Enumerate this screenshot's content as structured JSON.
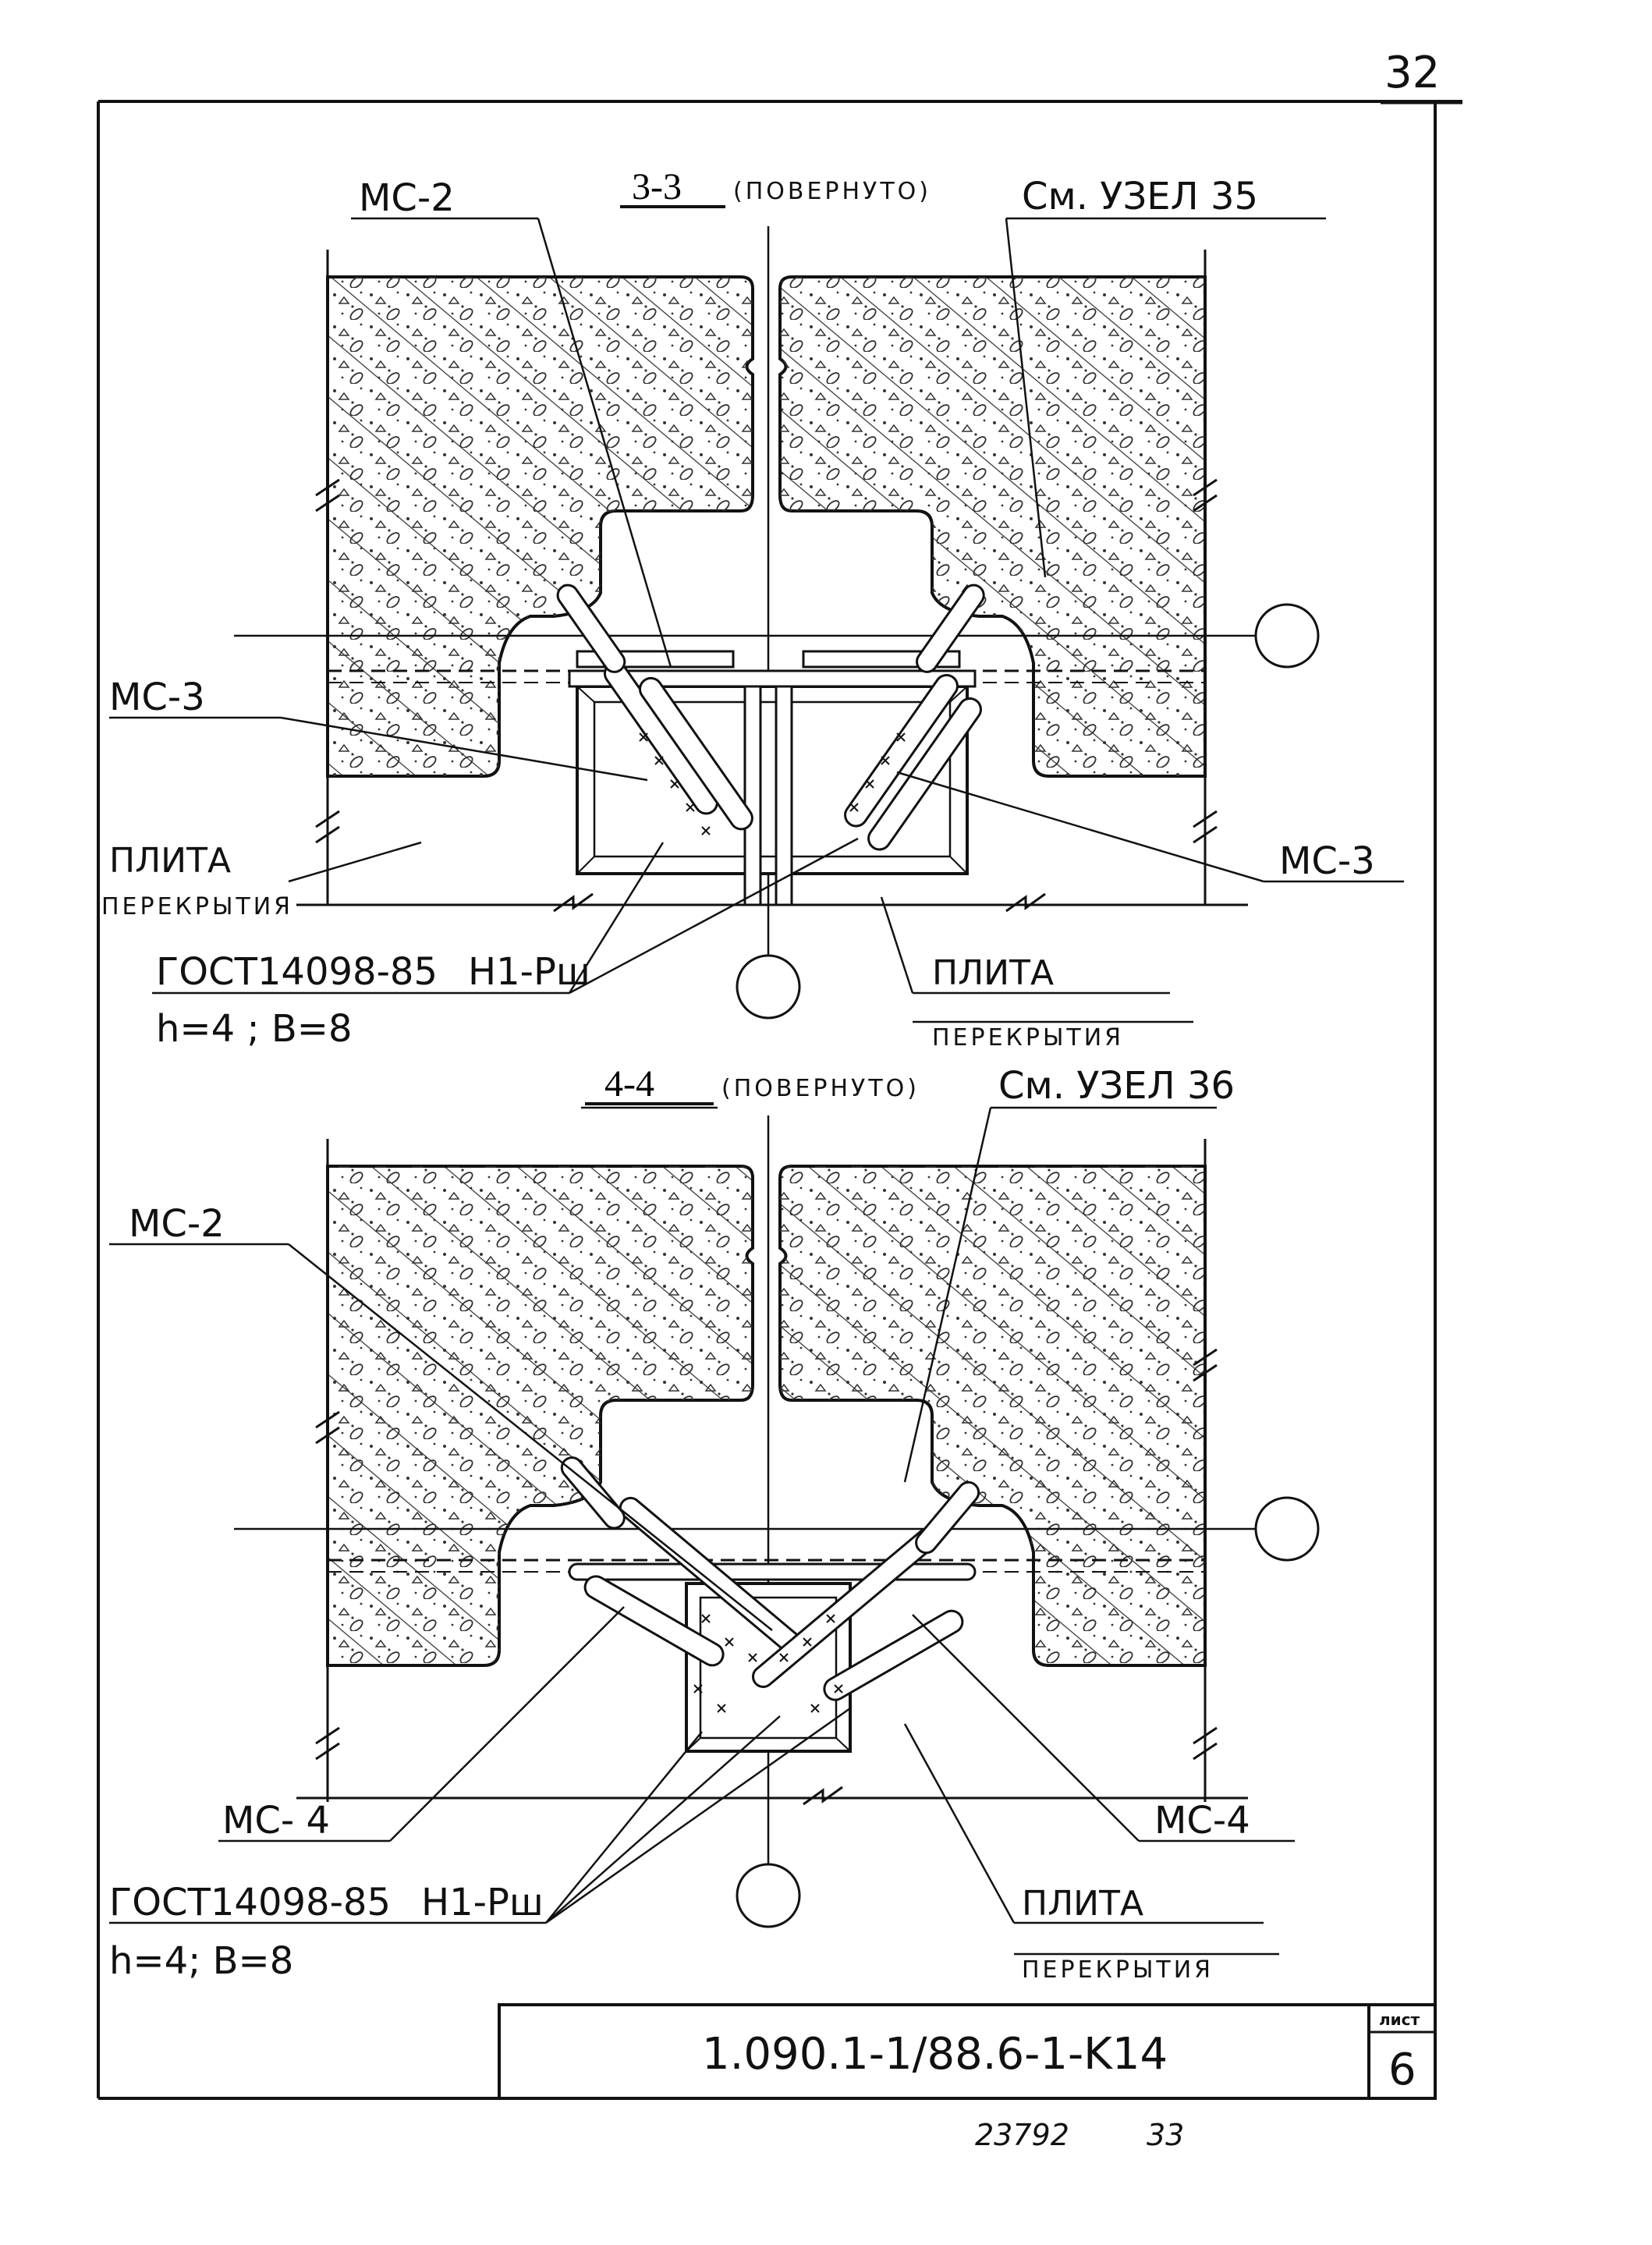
{
  "sheet": {
    "page_number": "32",
    "doc_code": "1.090.1-1/88.6-1-K14",
    "sheet_label": "лист",
    "sheet_number": "6",
    "footer_left": "23792",
    "footer_right": "33"
  },
  "section_3": {
    "title_num": "3-3",
    "title_note": "(ПОВЕРНУТО)",
    "ref": "См. УЗЕЛ 35",
    "ms2": "МС-2",
    "ms3_left": "МС-3",
    "ms3_right": "МС-3",
    "plate_left_1": "ПЛИТА",
    "plate_left_2": "ПЕРЕКРЫТИЯ",
    "plate_right_1": "ПЛИТА",
    "plate_right_2": "ПЕРЕКРЫТИЯ",
    "gost": "ГОСТ14098-85",
    "weld": "Н1-Рш",
    "dims": "h=4 ; В=8"
  },
  "section_4": {
    "title_num": "4-4",
    "title_note": "(ПОВЕРНУТО)",
    "ref": "См. УЗЕЛ 36",
    "ms2": "МС-2",
    "ms4_left": "МС- 4",
    "ms4_right": "МС-4",
    "plate_1": "ПЛИТА",
    "plate_2": "ПЕРЕКРЫТИЯ",
    "gost": "ГОСТ14098-85",
    "weld": "Н1-Рш",
    "dims": "h=4; В=8"
  }
}
